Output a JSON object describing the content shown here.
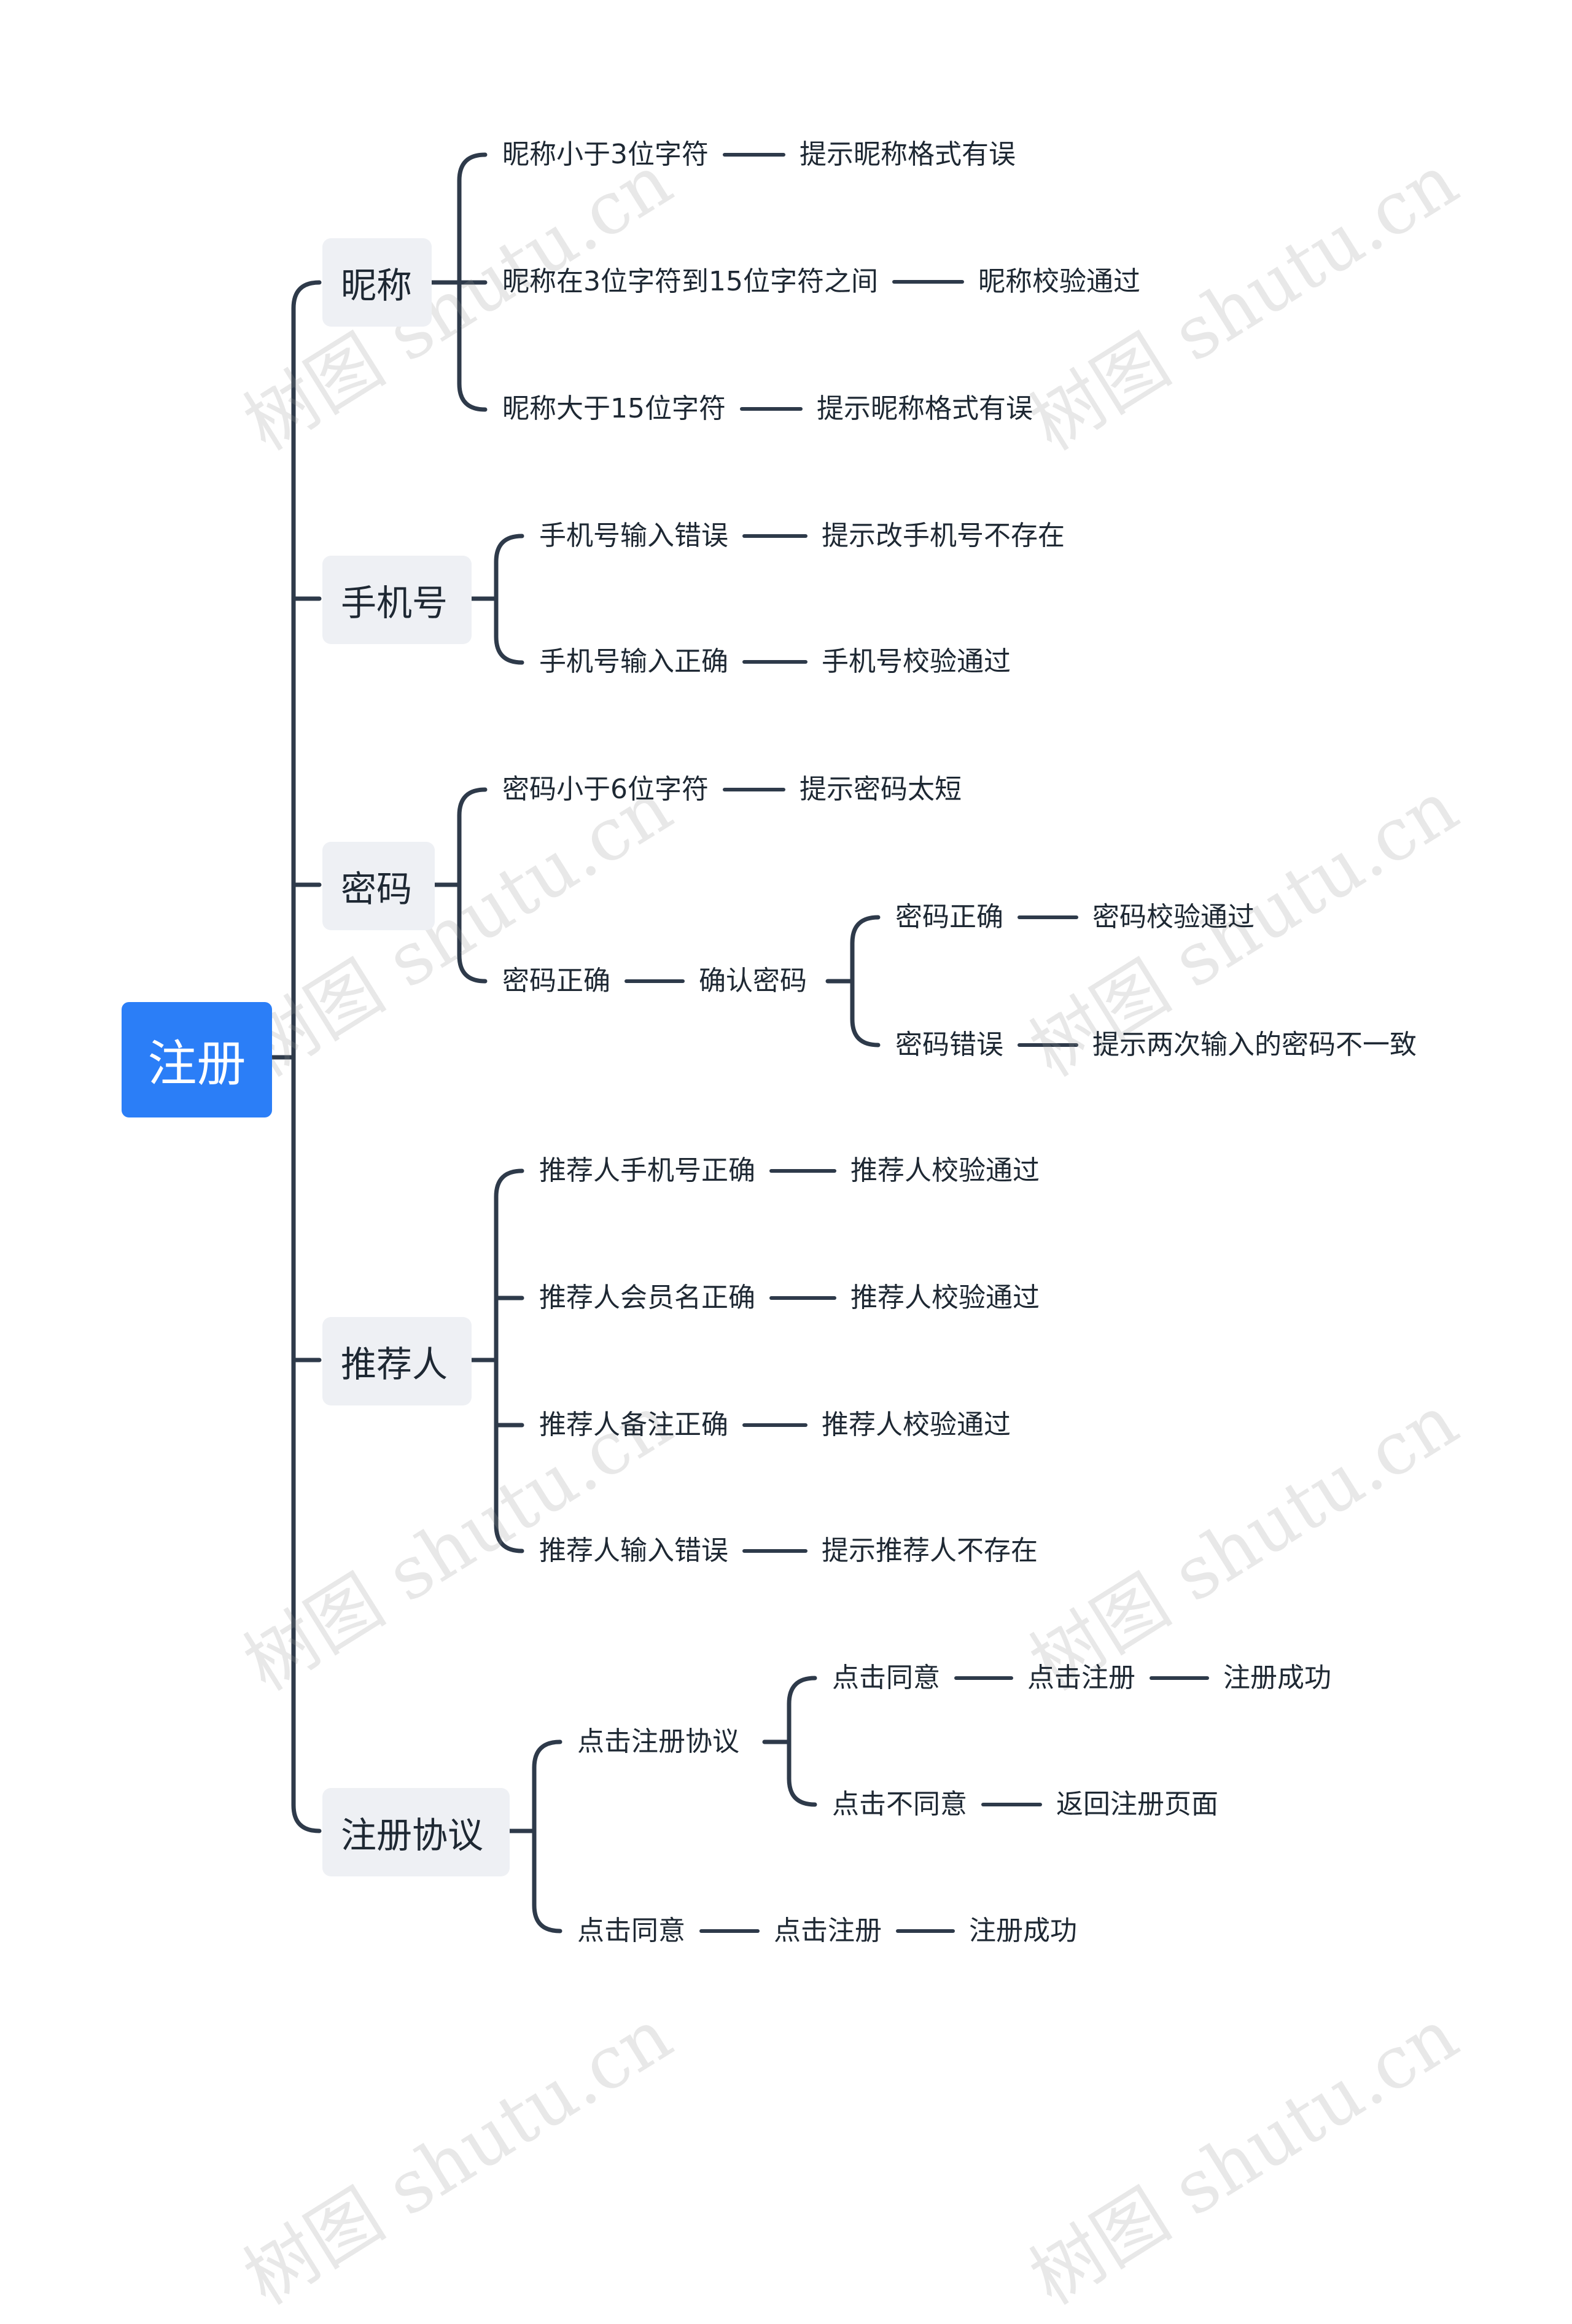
{
  "root": {
    "label": "注册"
  },
  "branches": [
    {
      "label": "昵称",
      "rows": [
        [
          "昵称小于3位字符",
          "提示昵称格式有误"
        ],
        [
          "昵称在3位字符到15位字符之间",
          "昵称校验通过"
        ],
        [
          "昵称大于15位字符",
          "提示昵称格式有误"
        ]
      ]
    },
    {
      "label": "手机号",
      "rows": [
        [
          "手机号输入错误",
          "提示改手机号不存在"
        ],
        [
          "手机号输入正确",
          "手机号校验通过"
        ]
      ]
    },
    {
      "label": "密码",
      "rows": [
        [
          "密码小于6位字符",
          "提示密码太短"
        ],
        [
          "密码正确",
          "确认密码"
        ]
      ],
      "sub": {
        "rows": [
          [
            "密码正确",
            "密码校验通过"
          ],
          [
            "密码错误",
            "提示两次输入的密码不一致"
          ]
        ]
      }
    },
    {
      "label": "推荐人",
      "rows": [
        [
          "推荐人手机号正确",
          "推荐人校验通过"
        ],
        [
          "推荐人会员名正确",
          "推荐人校验通过"
        ],
        [
          "推荐人备注正确",
          "推荐人校验通过"
        ],
        [
          "推荐人输入错误",
          "提示推荐人不存在"
        ]
      ]
    },
    {
      "label": "注册协议",
      "rows": [
        [
          "点击注册协议"
        ],
        [
          "点击同意",
          "点击注册",
          "注册成功"
        ]
      ],
      "sub": {
        "rows": [
          [
            "点击同意",
            "点击注册",
            "注册成功"
          ],
          [
            "点击不同意",
            "返回注册页面"
          ]
        ]
      }
    }
  ],
  "watermark": "树图 shutu.cn",
  "colors": {
    "line": "#2e3a4a",
    "root_bg": "#2b7ef7",
    "branch_bg": "#eef0f4",
    "text": "#1e2833"
  }
}
